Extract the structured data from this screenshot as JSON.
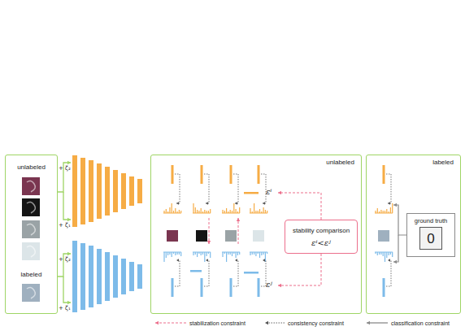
{
  "diagram": {
    "nodes": [
      {
        "text": [
          "unlabeled",
          "labeled"
        ]
      },
      {
        "text": [
          "unlabeled"
        ]
      },
      {
        "text": [
          "stability comparison",
          "εⁱ<εʲ"
        ],
        "in": 1
      },
      {
        "text": [
          "labeled"
        ]
      },
      {
        "text": [
          "ground truth"
        ],
        "in": 3
      },
      {
        "text": [
          "0"
        ],
        "in": 4
      }
    ],
    "labels": [
      "+ ζ₂",
      "+ ζ₁",
      "+ ζ₂",
      "+ ζ₁",
      "εⁱ",
      "εʲ"
    ],
    "legend": [
      {
        "text": "stabilization constraint"
      },
      {
        "text": "consistency constraint"
      },
      {
        "text": "classification constraint"
      }
    ]
  }
}
